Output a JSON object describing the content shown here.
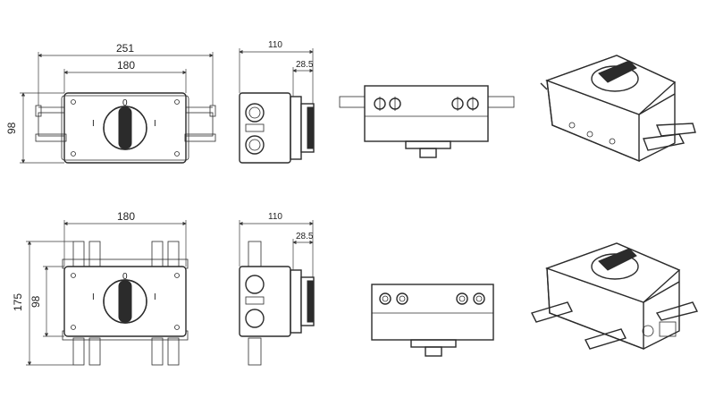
{
  "drawing": {
    "top_row": {
      "front_width": "251",
      "front_inner_width": "180",
      "front_height": "98",
      "side_width": "110",
      "side_offset": "28.5"
    },
    "bottom_row": {
      "front_inner_width": "180",
      "front_height_outer": "175",
      "front_height": "98",
      "side_width": "110",
      "side_offset": "28.5"
    }
  }
}
